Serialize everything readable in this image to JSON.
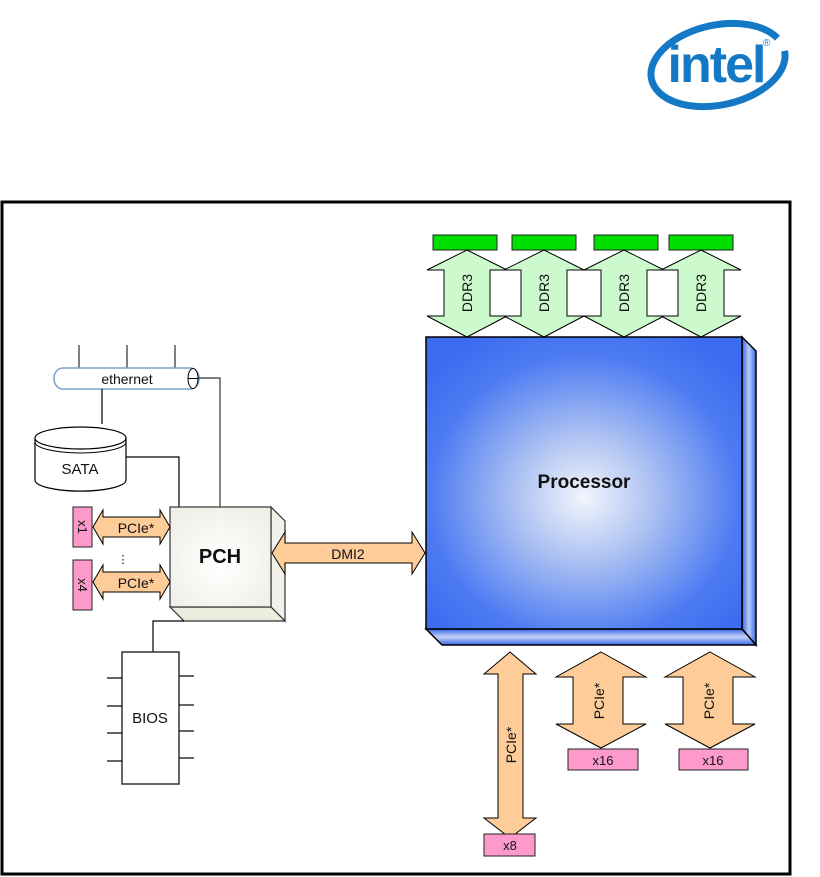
{
  "logo": {
    "text": "intel",
    "registered_mark": "®",
    "color": "#1479c4"
  },
  "colors": {
    "processor": "#3b6cf0",
    "processor_highlight": "#eef2fb",
    "pch_face": "#f7f7f2",
    "arrow_orange": "#fdcc99",
    "arrow_green": "#ccfacc",
    "dimm_green": "#00e000",
    "lane_pink": "#fe99cc",
    "ethernet_stroke": "#7aa0cf"
  },
  "diagram": {
    "processor_label": "Processor",
    "pch_label": "PCH",
    "dmi_label": "DMI2",
    "ethernet_label": "ethernet",
    "sata_label": "SATA",
    "bios_label": "BIOS",
    "memory_channels": [
      {
        "label": "DDR3"
      },
      {
        "label": "DDR3"
      },
      {
        "label": "DDR3"
      },
      {
        "label": "DDR3"
      }
    ],
    "pch_pcie": [
      {
        "label": "PCIe*",
        "lanes": "x1"
      },
      {
        "label": "PCIe*",
        "lanes": "x4"
      }
    ],
    "pch_pcie_ellipsis": "⋮",
    "cpu_pcie": [
      {
        "label": "PCIe*",
        "lanes": "x8"
      },
      {
        "label": "PCIe*",
        "lanes": "x16"
      },
      {
        "label": "PCIe*",
        "lanes": "x16"
      }
    ]
  }
}
